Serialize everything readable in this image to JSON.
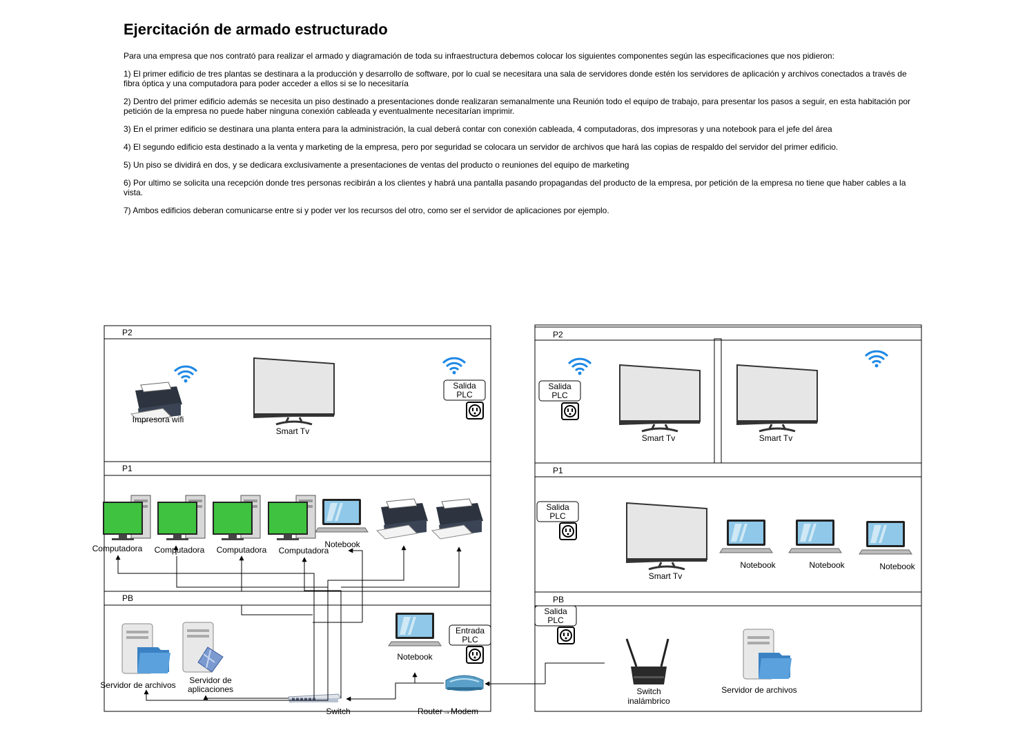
{
  "document": {
    "title": "Ejercitación de armado estructurado",
    "paragraphs": [
      "Para una empresa que  nos contrató para realizar el armado y diagramación de toda su infraestructura debemos colocar los siguientes componentes según las especificaciones que nos pidieron:",
      "1) El primer edificio de tres plantas se destinara a la producción y desarrollo de software, por lo cual se necesitara una sala de servidores donde estén los servidores de aplicación y archivos conectados a través de fibra óptica y una computadora para poder acceder a ellos si se lo necesitaría",
      "2) Dentro del primer edificio además se necesita un piso destinado a presentaciones donde realizaran semanalmente una Reunión todo el equipo de trabajo, para presentar los pasos a seguir, en esta habitación por petición de la empresa no puede haber ninguna conexión cableada y eventualmente necesitarían imprimir.",
      "3) En el primer edificio se destinara una planta entera para la administración, la cual deberá contar con conexión cableada, 4 computadoras, dos impresoras y una notebook para el jefe del área",
      "4) El segundo edificio esta destinado a la venta y marketing de la empresa, pero por seguridad se colocara un servidor de archivos que hará las copias de respaldo del servidor del primer edificio.",
      "5) Un piso se dividirá en dos, y se dedicara exclusivamente a presentaciones de ventas del producto o reuniones del equipo de marketing",
      "6) Por ultimo se solicita una recepción donde tres personas recibirán a los clientes y habrá una pantalla pasando propagandas del producto de la empresa, por petición de la empresa no tiene que haber cables a la vista.",
      "7) Ambos edificios deberan comunicarse entre si y poder ver los recursos del otro, como ser el servidor de aplicaciones por ejemplo."
    ]
  },
  "building1": {
    "floors": [
      "P2",
      "P1",
      "PB"
    ],
    "p2": {
      "printer": "Impresora wifi",
      "tv": "Smart Tv",
      "plc": "Salida PLC"
    },
    "p1": {
      "pc1": "Computadora",
      "pc2": "Computadora",
      "pc3": "Computadora",
      "pc4": "Computadora",
      "notebook": "Notebook"
    },
    "pb": {
      "file_server": "Servidor de archivos",
      "app_server_1": "Servidor de",
      "app_server_2": "aplicaciones",
      "notebook": "Notebook",
      "plc": "Entrada PLC",
      "switch": "Switch",
      "router": "Router→Modem"
    }
  },
  "building2": {
    "floors": [
      "P2",
      "P1",
      "PB"
    ],
    "p2": {
      "plc": "Salida PLC",
      "tv1": "Smart Tv",
      "tv2": "Smart Tv"
    },
    "p1": {
      "plc": "Salida PLC",
      "tv": "Smart Tv",
      "nb1": "Notebook",
      "nb2": "Notebook",
      "nb3": "Notebook"
    },
    "pb": {
      "plc": "Salida PLC",
      "wswitch_1": "Switch",
      "wswitch_2": "inalámbrico",
      "file_server": "Servidor de archivos"
    }
  },
  "colors": {
    "wifi": "#1e88e5",
    "monitor_screen": "#3fc23f",
    "laptop_screen": "#8fc8e8",
    "folder": "#3b82c4"
  }
}
